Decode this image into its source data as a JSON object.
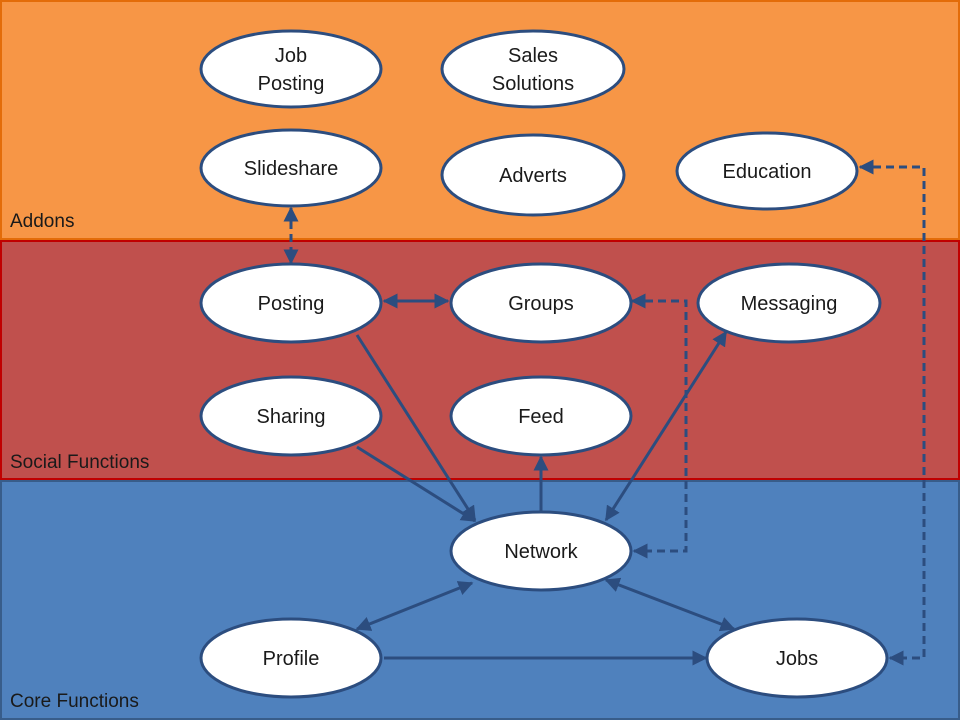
{
  "layers": [
    {
      "id": "addons",
      "label": "Addons",
      "fill": "#f79646",
      "stroke": "#e36c09"
    },
    {
      "id": "social",
      "label": "Social Functions",
      "fill": "#c0504d",
      "stroke": "#c00000"
    },
    {
      "id": "core",
      "label": "Core Functions",
      "fill": "#4f81bd",
      "stroke": "#385d8a"
    }
  ],
  "nodes": [
    {
      "id": "job-posting",
      "lines": [
        "Job",
        "Posting"
      ]
    },
    {
      "id": "sales-solutions",
      "lines": [
        "Sales",
        "Solutions"
      ]
    },
    {
      "id": "slideshare",
      "lines": [
        "Slideshare"
      ]
    },
    {
      "id": "adverts",
      "lines": [
        "Adverts"
      ]
    },
    {
      "id": "education",
      "lines": [
        "Education"
      ]
    },
    {
      "id": "posting",
      "lines": [
        "Posting"
      ]
    },
    {
      "id": "groups",
      "lines": [
        "Groups"
      ]
    },
    {
      "id": "messaging",
      "lines": [
        "Messaging"
      ]
    },
    {
      "id": "sharing",
      "lines": [
        "Sharing"
      ]
    },
    {
      "id": "feed",
      "lines": [
        "Feed"
      ]
    },
    {
      "id": "network",
      "lines": [
        "Network"
      ]
    },
    {
      "id": "profile",
      "lines": [
        "Profile"
      ]
    },
    {
      "id": "jobs",
      "lines": [
        "Jobs"
      ]
    }
  ],
  "edges": [
    {
      "from": "slideshare",
      "to": "posting",
      "style": "dashed",
      "direction": "both"
    },
    {
      "from": "posting",
      "to": "groups",
      "style": "solid",
      "direction": "both"
    },
    {
      "from": "posting",
      "to": "network",
      "style": "solid",
      "direction": "forward"
    },
    {
      "from": "sharing",
      "to": "network",
      "style": "solid",
      "direction": "forward"
    },
    {
      "from": "network",
      "to": "feed",
      "style": "solid",
      "direction": "forward"
    },
    {
      "from": "network",
      "to": "messaging",
      "style": "solid",
      "direction": "both"
    },
    {
      "from": "groups",
      "to": "network",
      "style": "dashed",
      "direction": "both"
    },
    {
      "from": "network",
      "to": "profile",
      "style": "solid",
      "direction": "both"
    },
    {
      "from": "network",
      "to": "jobs",
      "style": "solid",
      "direction": "both"
    },
    {
      "from": "profile",
      "to": "jobs",
      "style": "solid",
      "direction": "forward"
    },
    {
      "from": "education",
      "to": "jobs",
      "style": "dashed",
      "direction": "both"
    }
  ],
  "colors": {
    "node_fill": "#ffffff",
    "node_stroke": "#2c4d7f",
    "edge": "#2c4d7f",
    "text": "#1a1a1a"
  }
}
